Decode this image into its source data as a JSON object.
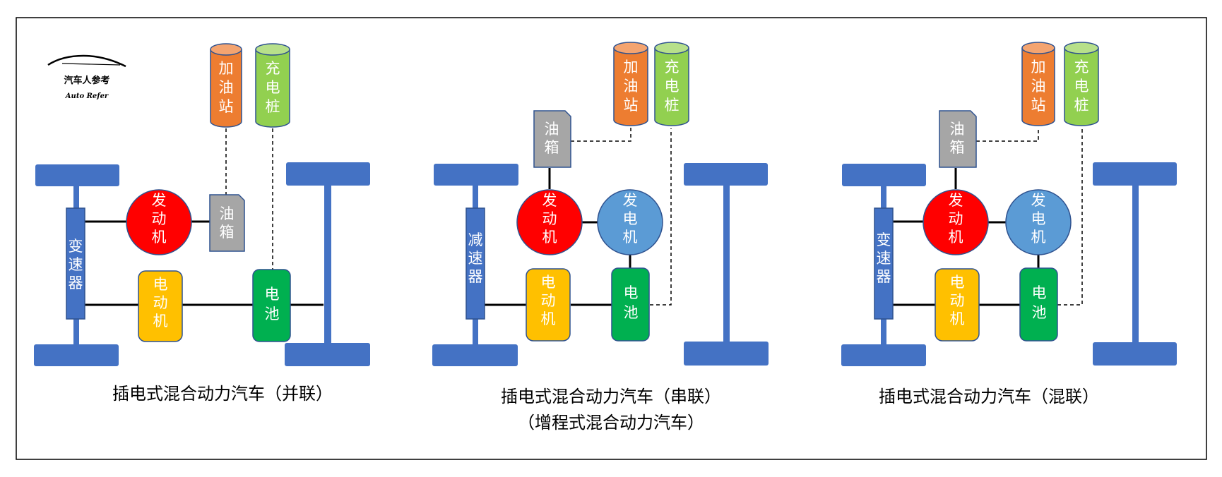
{
  "logo": {
    "cn": "汽车人参考",
    "en": "Auto Refer"
  },
  "labels": {
    "gas_station": "加油站",
    "charger": "充电桩",
    "fuel_tank": "油箱",
    "engine": "发动机",
    "transmission": "变速器",
    "reducer": "减速器",
    "motor": "电动机",
    "battery": "电池",
    "generator": "发电机"
  },
  "captions": {
    "parallel": "插电式混合动力汽车（并联）",
    "series_line1": "插电式混合动力汽车（串联）",
    "series_line2": "（增程式混合动力汽车）",
    "mixed": "插电式混合动力汽车（混联）"
  },
  "colors": {
    "axle": "#4472c4",
    "gas_station": "#ed7d31",
    "charger": "#92d050",
    "fuel_tank": "#a6a6a6",
    "engine": "#ff0000",
    "generator": "#5b9bd5",
    "motor": "#ffc000",
    "battery": "#00b050",
    "line": "#000000"
  }
}
